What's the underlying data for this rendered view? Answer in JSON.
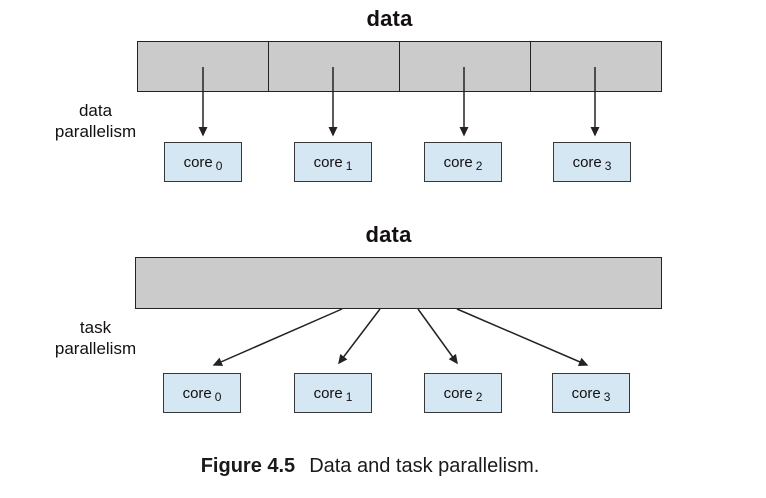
{
  "colors": {
    "background": "#ffffff",
    "bar_fill": "#cbcbcb",
    "bar_border": "#262223",
    "core_fill": "#d4e7f2",
    "core_border": "#35393b",
    "arrow": "#262223",
    "text": "#141011"
  },
  "top_section": {
    "title": "data",
    "side_label_line1": "data",
    "side_label_line2": "parallelism",
    "segments": 4,
    "cores": [
      {
        "label": "core",
        "sub": "0"
      },
      {
        "label": "core",
        "sub": "1"
      },
      {
        "label": "core",
        "sub": "2"
      },
      {
        "label": "core",
        "sub": "3"
      }
    ]
  },
  "bottom_section": {
    "title": "data",
    "side_label_line1": "task",
    "side_label_line2": "parallelism",
    "segments": 1,
    "cores": [
      {
        "label": "core",
        "sub": "0"
      },
      {
        "label": "core",
        "sub": "1"
      },
      {
        "label": "core",
        "sub": "2"
      },
      {
        "label": "core",
        "sub": "3"
      }
    ]
  },
  "caption": {
    "figure_label": "Figure 4.5",
    "text": "Data and task parallelism."
  }
}
